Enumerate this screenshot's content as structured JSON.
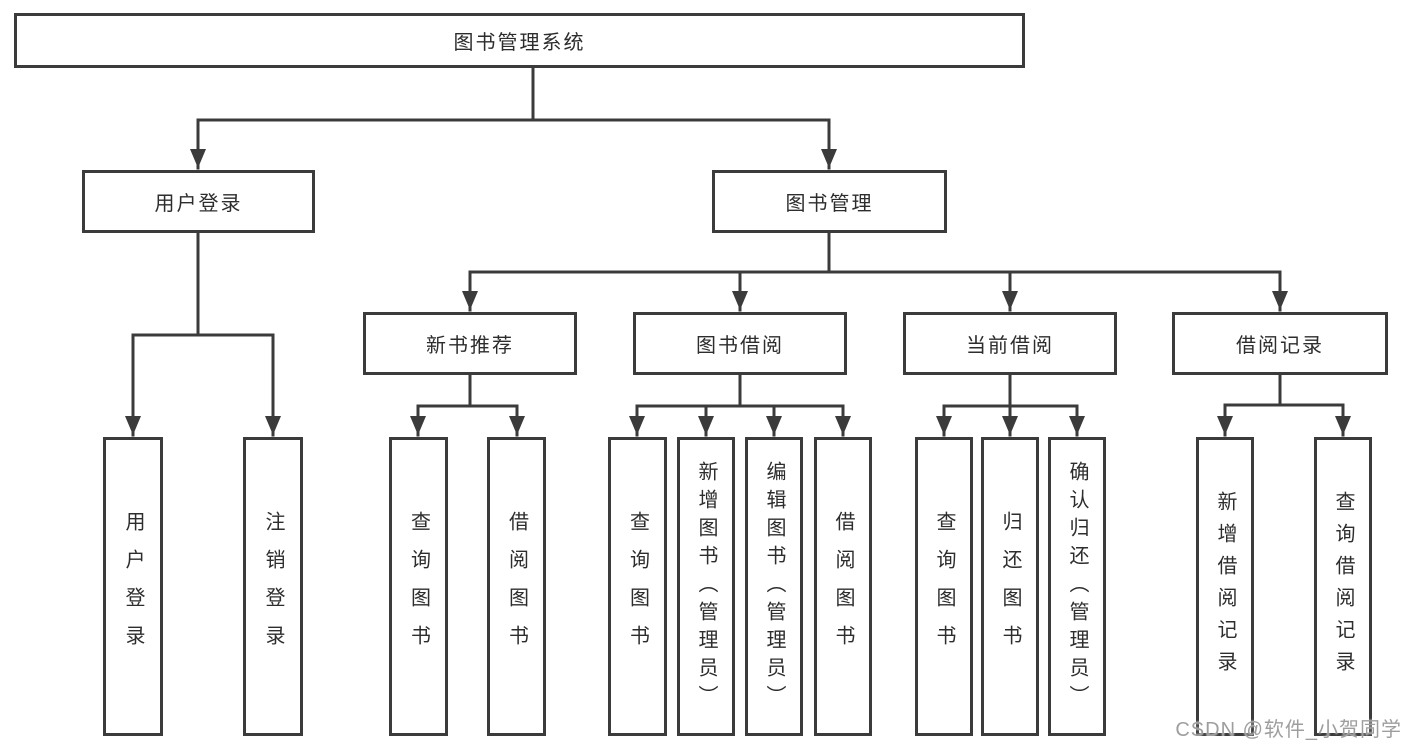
{
  "tree": {
    "label": "图书管理系统",
    "children": [
      {
        "label": "用户登录",
        "children": [
          {
            "label": "用户登录"
          },
          {
            "label": "注销登录"
          }
        ]
      },
      {
        "label": "图书管理",
        "children": [
          {
            "label": "新书推荐",
            "children": [
              {
                "label": "查询图书"
              },
              {
                "label": "借阅图书"
              }
            ]
          },
          {
            "label": "图书借阅",
            "children": [
              {
                "label": "查询图书"
              },
              {
                "label": "新增图书（管理员）"
              },
              {
                "label": "编辑图书（管理员）"
              },
              {
                "label": "借阅图书"
              }
            ]
          },
          {
            "label": "当前借阅",
            "children": [
              {
                "label": "查询图书"
              },
              {
                "label": "归还图书"
              },
              {
                "label": "确认归还（管理员）"
              }
            ]
          },
          {
            "label": "借阅记录",
            "children": [
              {
                "label": "新增借阅记录"
              },
              {
                "label": "查询借阅记录"
              }
            ]
          }
        ]
      }
    ]
  },
  "watermark": {
    "text": "CSDN @软件_小贺同学"
  },
  "colors": {
    "line": "#3b3b3b",
    "text": "#2d2d2d",
    "watermark": "#9e9e9e",
    "background": "#ffffff"
  }
}
